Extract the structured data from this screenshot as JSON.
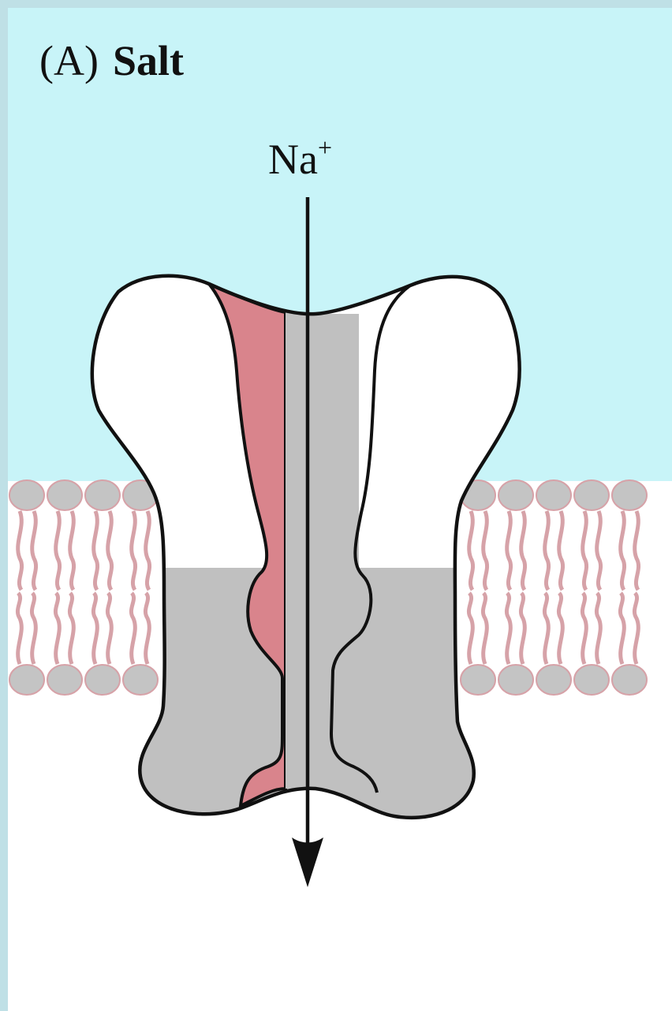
{
  "figure": {
    "panel_letter": "(A)",
    "panel_title": "Salt",
    "ion": {
      "symbol": "Na",
      "charge": "+"
    }
  },
  "colors": {
    "frame": "#bfe0e6",
    "extracellular": "#c8f4f8",
    "intracellular": "#ffffff",
    "channel_upper": "#ffffff",
    "channel_lower": "#c0c0c0",
    "pore_lining": "#d9848c",
    "lipid_head": "#c4c4c4",
    "lipid_tail": "#d6a2a8",
    "outline": "#111111"
  }
}
